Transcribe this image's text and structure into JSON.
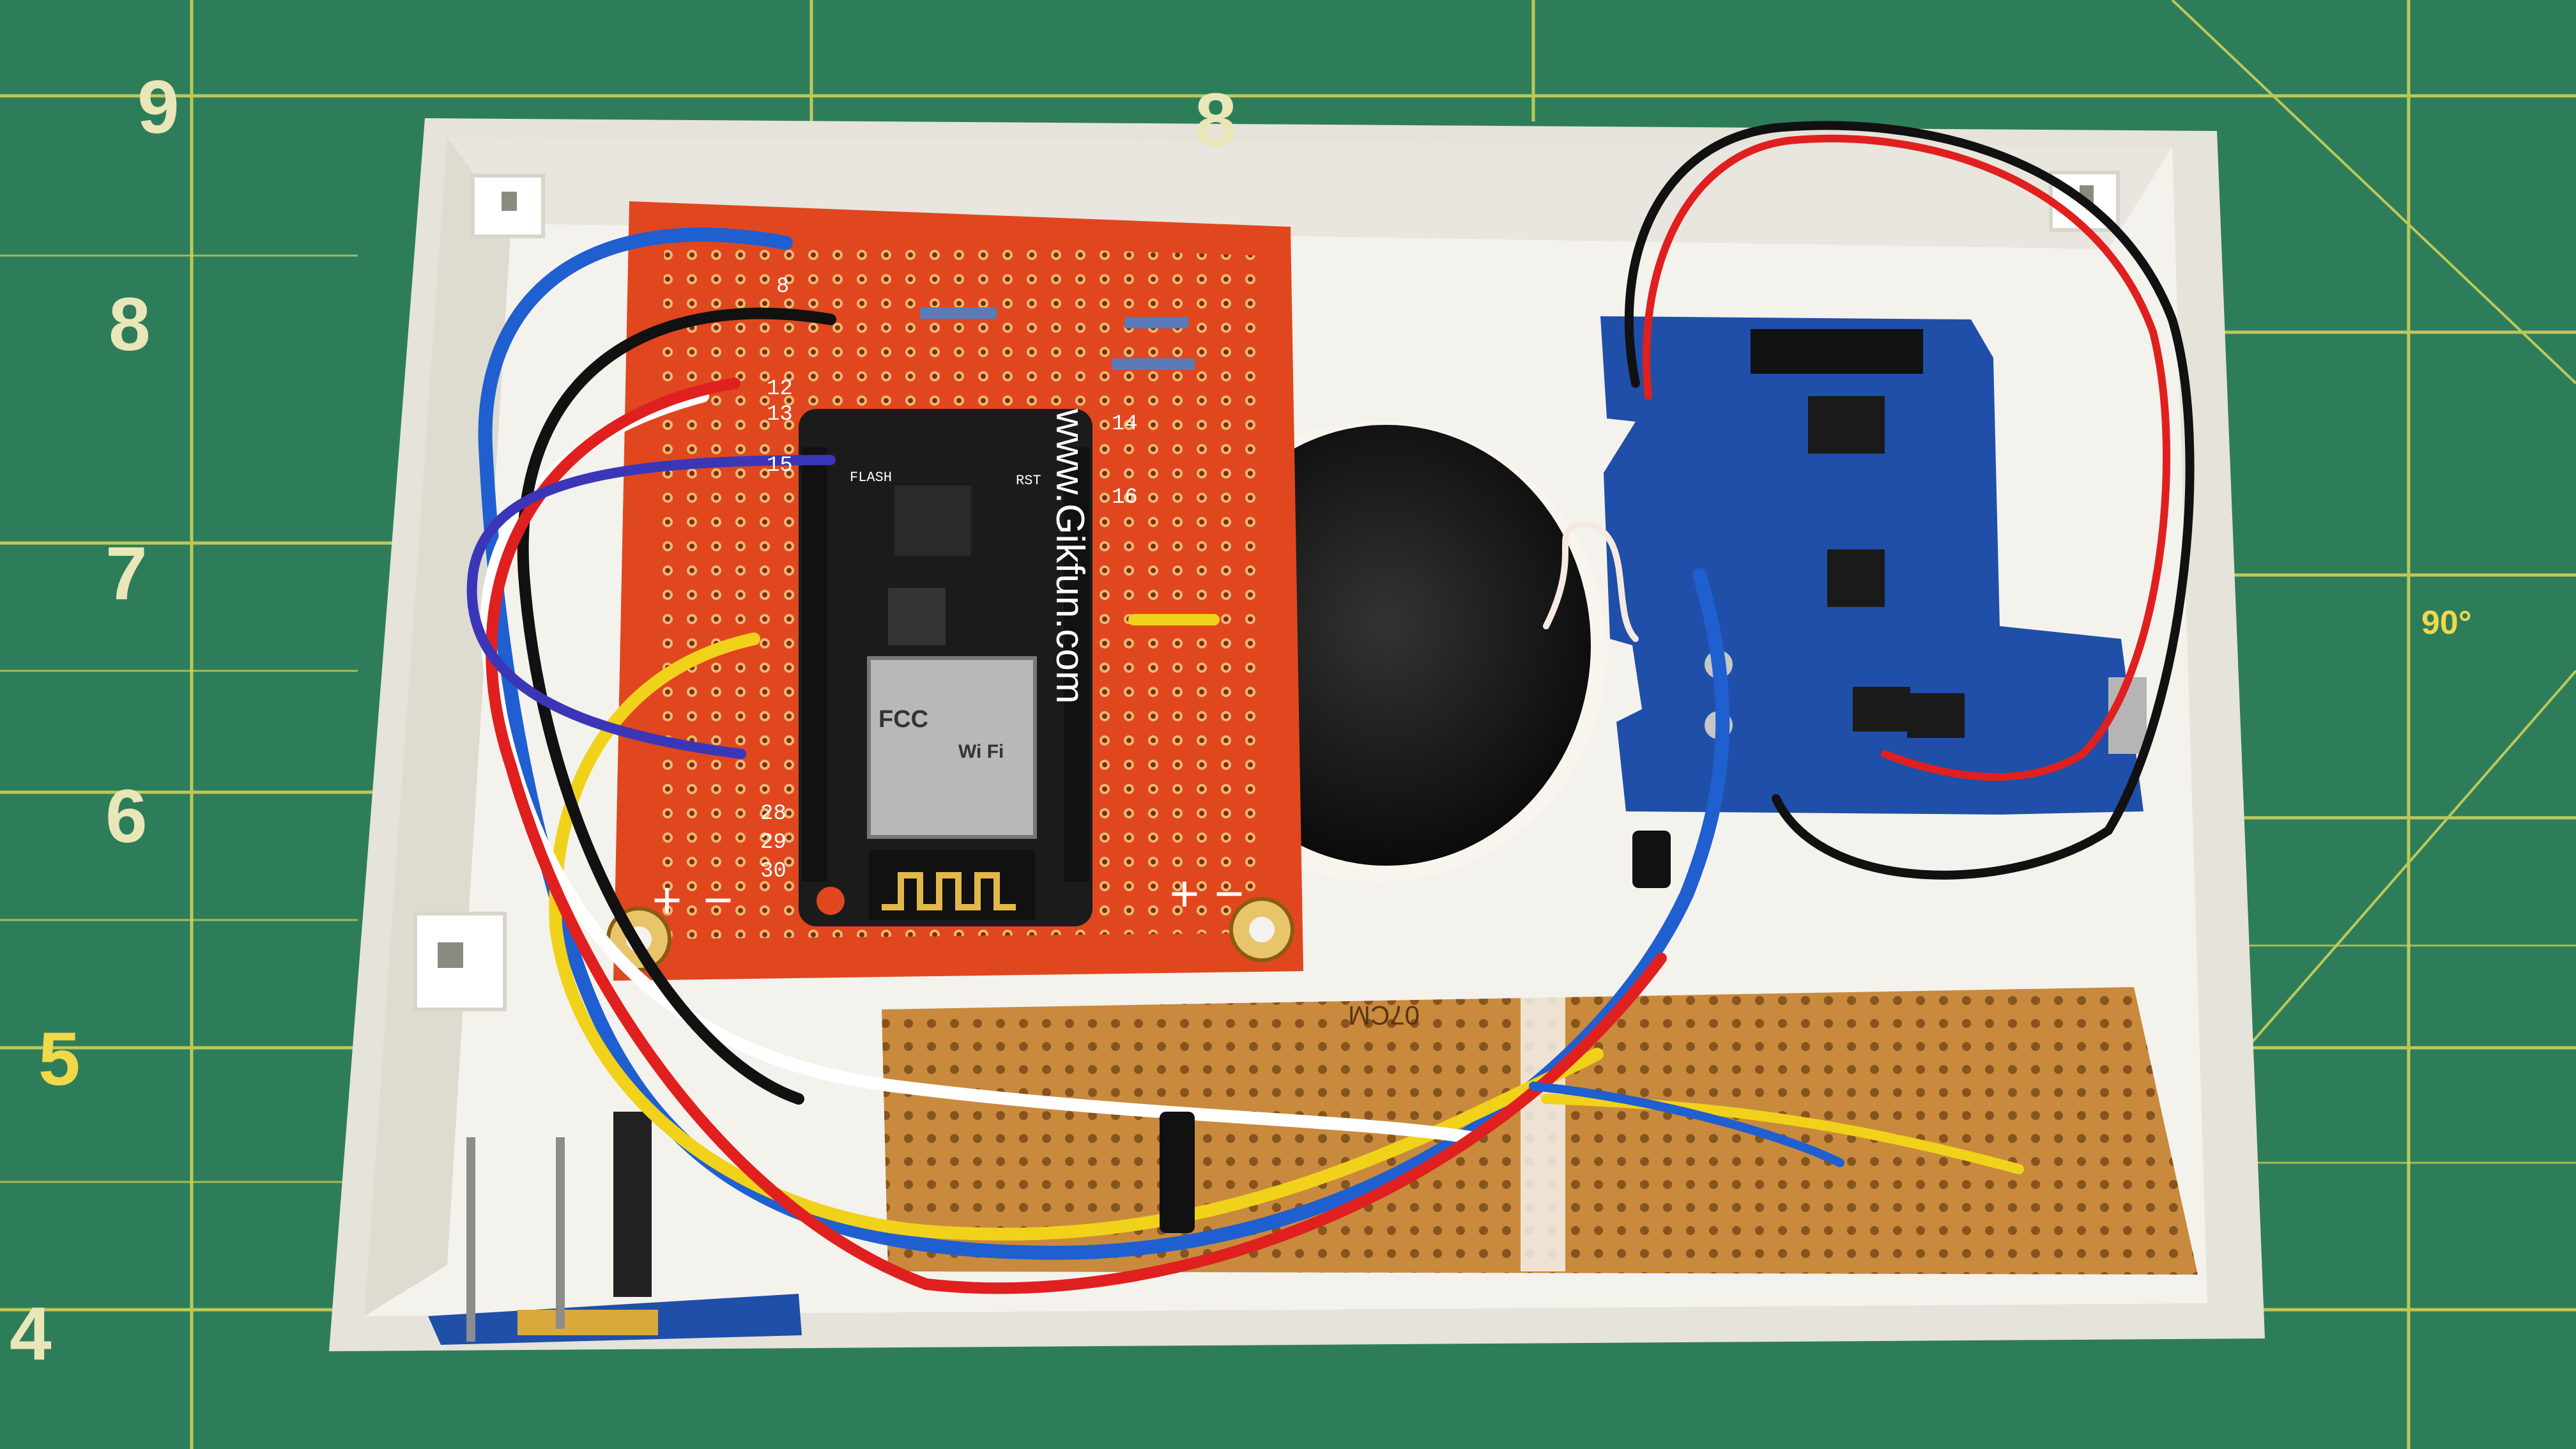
{
  "cutting_mat": {
    "numbers": [
      "9",
      "8",
      "8",
      "7",
      "6",
      "5",
      "4"
    ],
    "angle_label": "90°",
    "colors": {
      "mat": "#2e7d5a",
      "grid": "#d6d65a"
    }
  },
  "enclosure": {
    "color": "#f2f0ea"
  },
  "prototype_board": {
    "url_text": "www.Gikfun.com",
    "plus_minus": [
      "+",
      "−",
      "+",
      "−"
    ],
    "row_numbers": [
      "8",
      "12",
      "13",
      "14",
      "15",
      "16",
      "28",
      "29",
      "30"
    ],
    "board_color": "#e0471f"
  },
  "microcontroller": {
    "labels": [
      "FLASH",
      "RST",
      "Wi Fi",
      "FCC"
    ],
    "color": "#1b1b1b"
  },
  "charger_board": {
    "color": "#1f4fa8"
  },
  "perfboard": {
    "label": "07CM",
    "color": "#c98a3e"
  },
  "wire_colors": [
    "#1f5fd0",
    "#f1d21a",
    "#ffffff",
    "#111111",
    "#e0201f",
    "#3b36b8"
  ]
}
